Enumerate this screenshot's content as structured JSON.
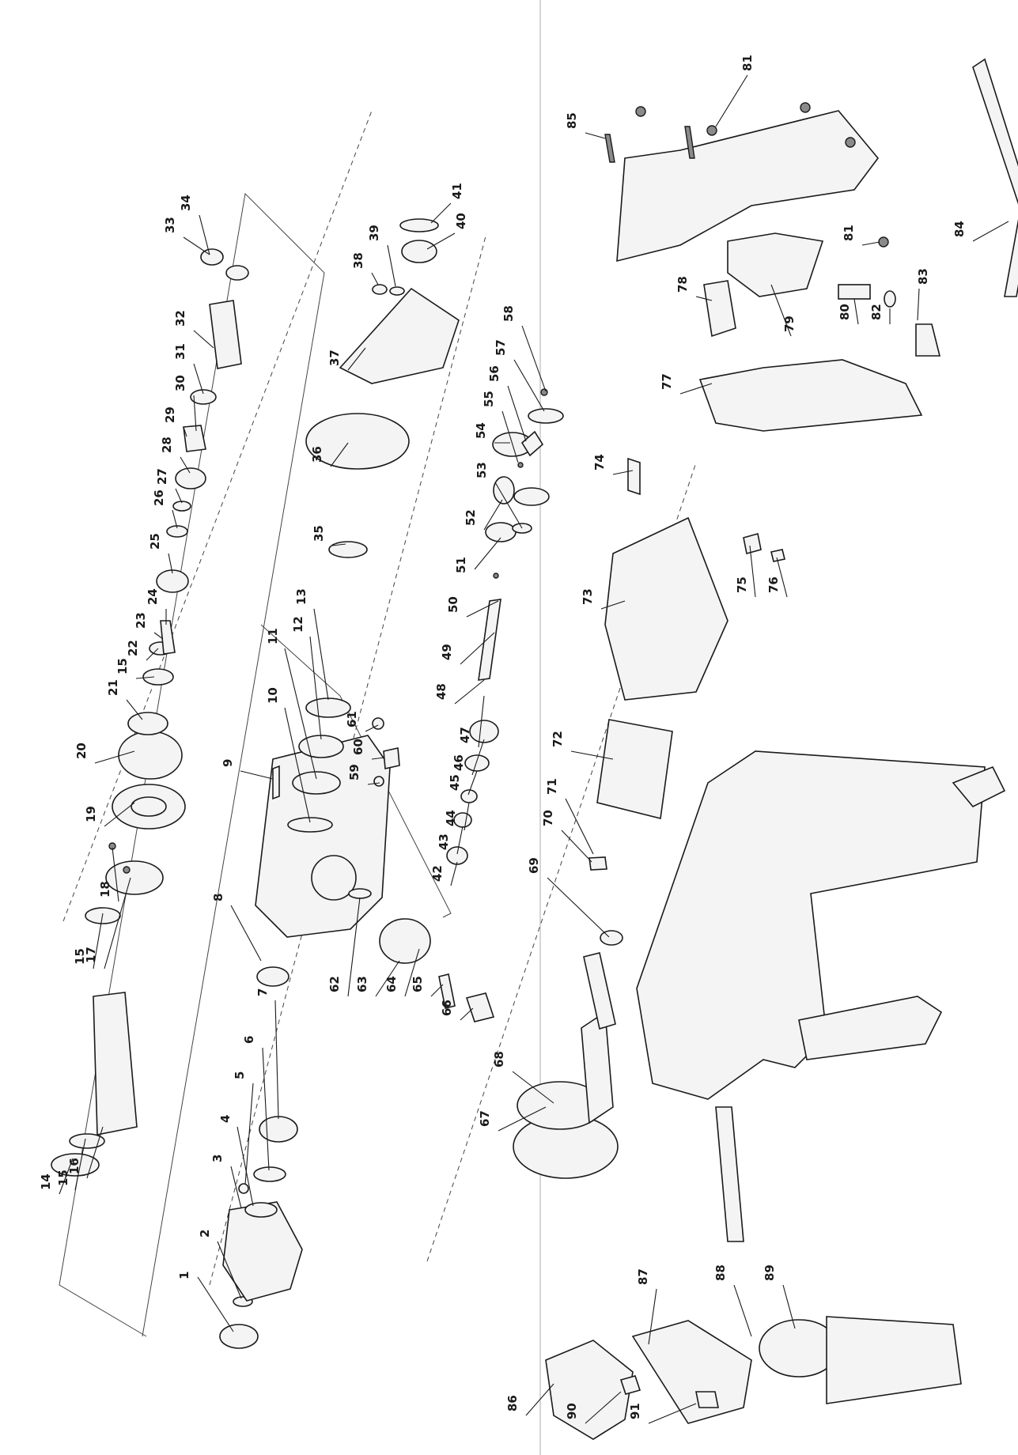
{
  "diagram": {
    "labels": [
      "1",
      "2",
      "3",
      "4",
      "5",
      "6",
      "7",
      "8",
      "9",
      "10",
      "11",
      "12",
      "13",
      "14",
      "15",
      "16",
      "17",
      "18",
      "19",
      "20",
      "21",
      "22",
      "23",
      "24",
      "25",
      "26",
      "27",
      "28",
      "29",
      "30",
      "31",
      "32",
      "33",
      "34",
      "35",
      "36",
      "37",
      "38",
      "39",
      "40",
      "41",
      "42",
      "43",
      "44",
      "45",
      "46",
      "47",
      "48",
      "49",
      "50",
      "51",
      "52",
      "53",
      "54",
      "55",
      "56",
      "57",
      "58",
      "59",
      "60",
      "61",
      "62",
      "63",
      "64",
      "65",
      "66",
      "67",
      "68",
      "69",
      "70",
      "71",
      "72",
      "73",
      "74",
      "75",
      "76",
      "77",
      "78",
      "79",
      "80",
      "81",
      "82",
      "83",
      "84",
      "85",
      "86",
      "87",
      "88",
      "89",
      "90",
      "91"
    ]
  }
}
